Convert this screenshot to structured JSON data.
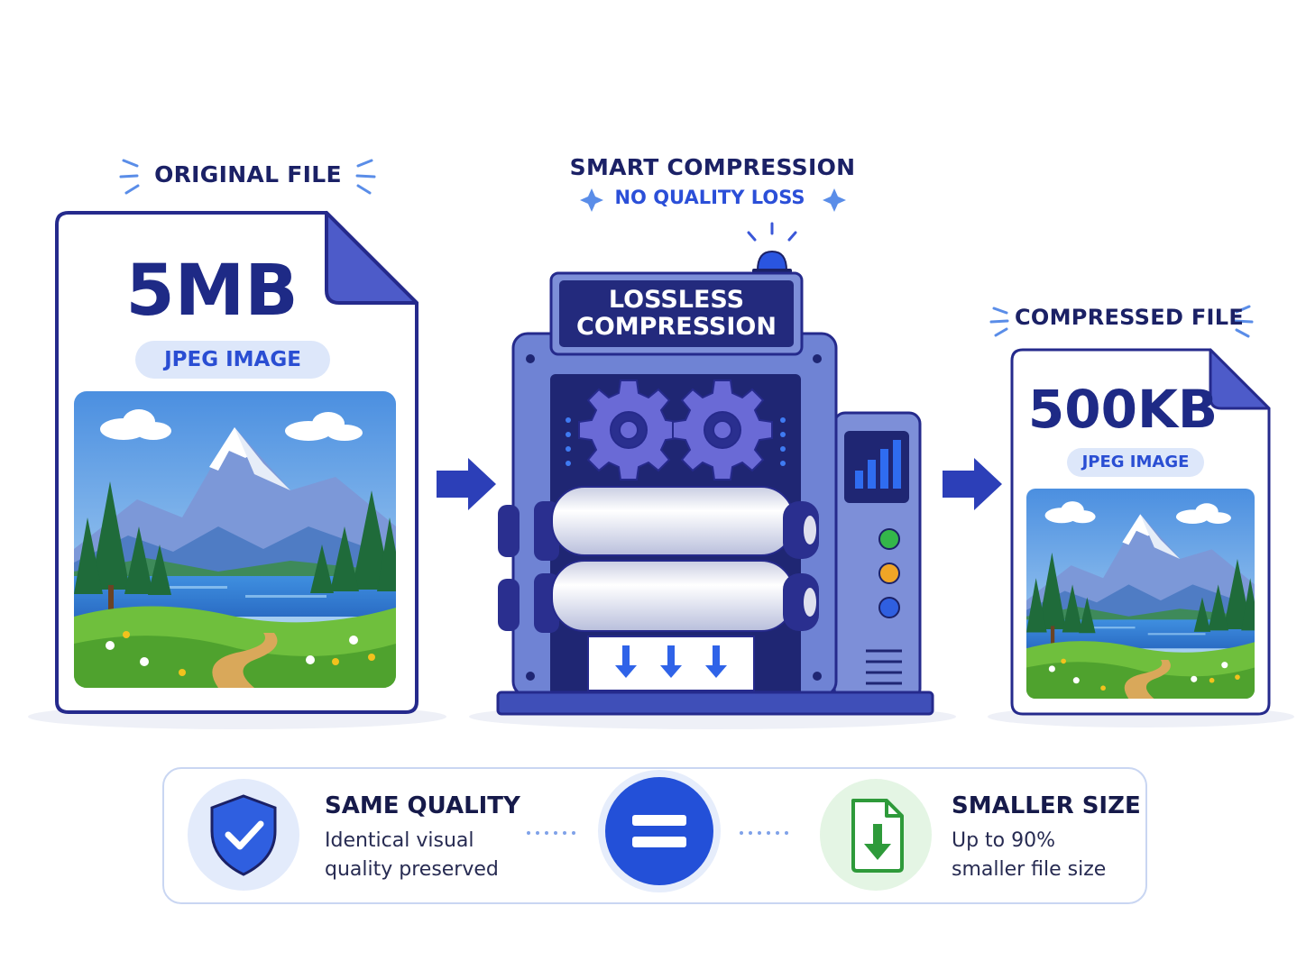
{
  "original": {
    "header": "ORIGINAL FILE",
    "size": "5MB",
    "type_label": "JPEG IMAGE"
  },
  "machine": {
    "header": "SMART COMPRESSION",
    "subheader": "NO QUALITY LOSS",
    "sign_line1": "LOSSLESS",
    "sign_line2": "COMPRESSION"
  },
  "compressed": {
    "header": "COMPRESSED FILE",
    "size": "500KB",
    "type_label": "JPEG IMAGE"
  },
  "footer": {
    "left_title": "SAME QUALITY",
    "left_desc": "Identical visual quality preserved",
    "right_title": "SMALLER SIZE",
    "right_desc": "Up to 90% smaller file size"
  },
  "colors": {
    "navy": "#1b2166",
    "blue": "#2b4fd8",
    "machine_body": "#6f83d4",
    "green": "#2e9a3a",
    "pill_bg": "#dde7fa"
  },
  "icons": {
    "arrow": "arrow-right-icon",
    "gear": "gear-icon",
    "shield": "shield-check-icon",
    "equals": "equals-icon",
    "file_download": "file-download-icon"
  }
}
